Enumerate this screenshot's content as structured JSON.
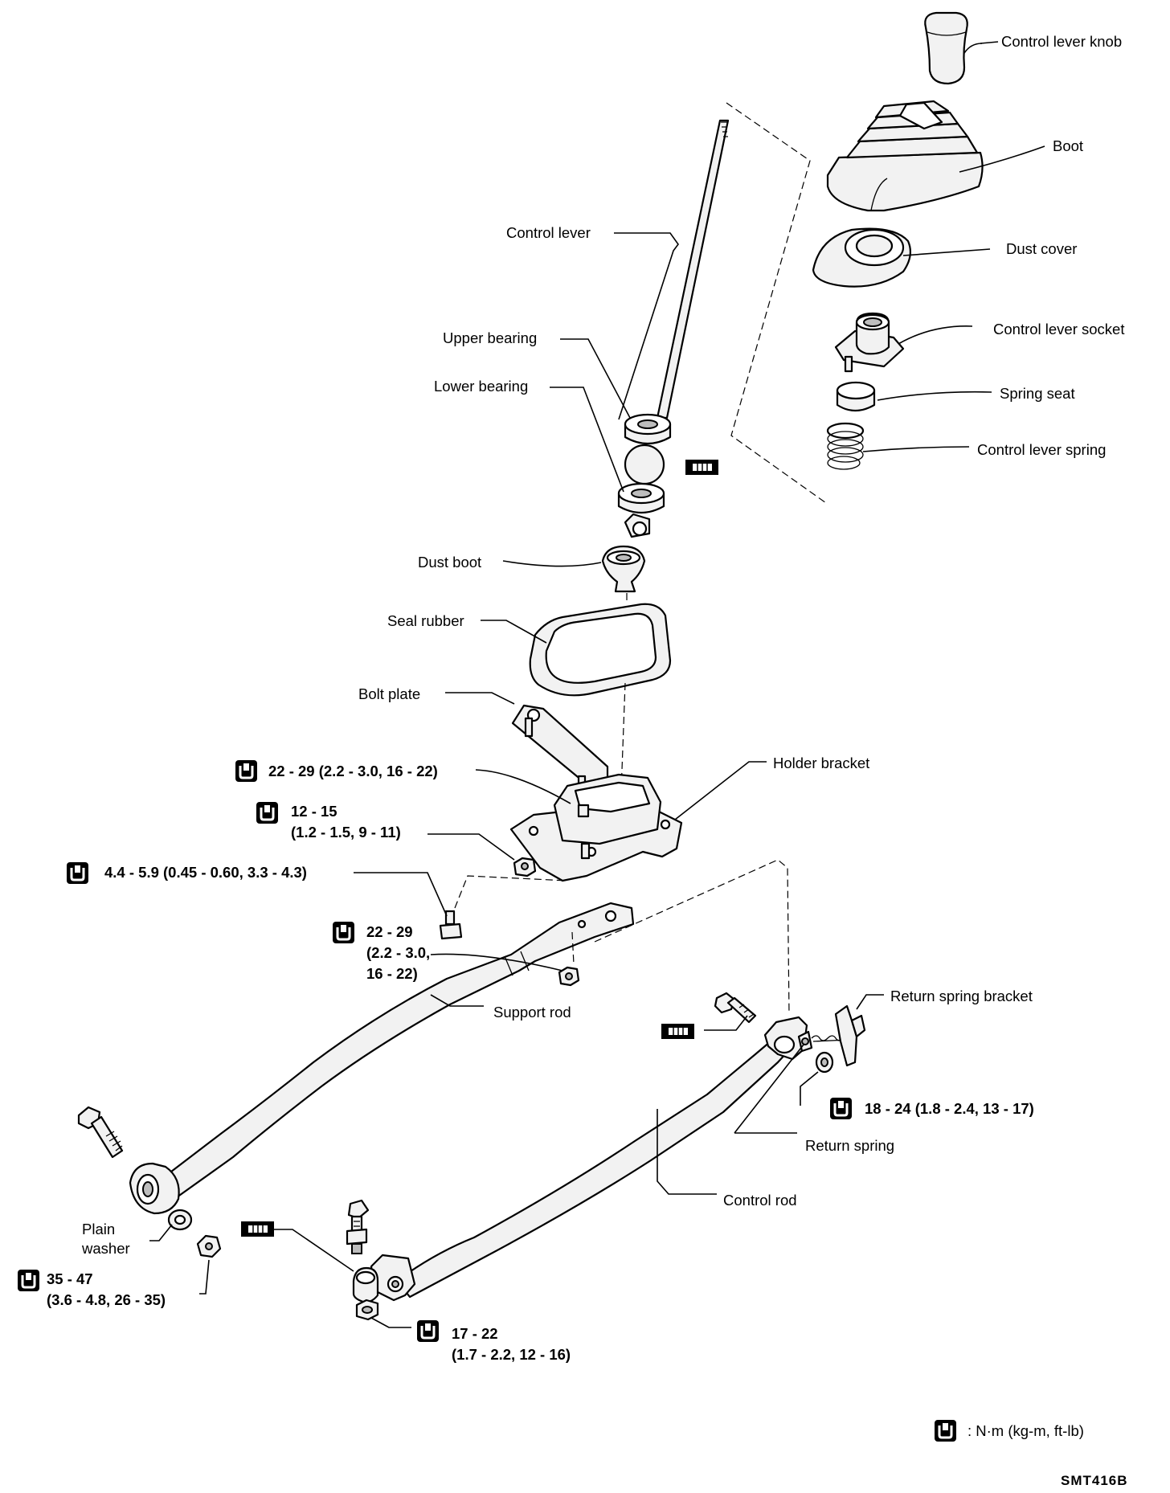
{
  "labels": {
    "control_lever_knob": "Control lever knob",
    "boot": "Boot",
    "control_lever": "Control lever",
    "dust_cover": "Dust cover",
    "control_lever_socket": "Control lever socket",
    "upper_bearing": "Upper bearing",
    "lower_bearing": "Lower bearing",
    "spring_seat": "Spring seat",
    "control_lever_spring": "Control lever spring",
    "dust_boot": "Dust boot",
    "seal_rubber": "Seal rubber",
    "bolt_plate": "Bolt plate",
    "holder_bracket": "Holder bracket",
    "support_rod": "Support rod",
    "return_spring_bracket": "Return spring bracket",
    "return_spring": "Return spring",
    "control_rod": "Control rod",
    "plain_washer_line1": "Plain",
    "plain_washer_line2": "washer"
  },
  "torques": {
    "bolt_plate_bolt": "22 - 29 (2.2 - 3.0, 16 - 22)",
    "holder_nut_line1": "12 - 15",
    "holder_nut_line2": "(1.2 - 1.5, 9 - 11)",
    "support_bolt": "4.4 - 5.9 (0.45 - 0.60, 3.3 - 4.3)",
    "support_nut_line1": "22 - 29",
    "support_nut_line2": "(2.2 - 3.0,",
    "support_nut_line3": "16 - 22)",
    "return_spring_nut": "18 - 24 (1.8 - 2.4, 13 - 17)",
    "support_rod_end_line1": "35 - 47",
    "support_rod_end_line2": "(3.6 - 4.8, 26 - 35)",
    "control_rod_end_line1": "17 - 22",
    "control_rod_end_line2": "(1.7 - 2.2, 12 - 16)"
  },
  "legend": {
    "unit": ":  N·m (kg-m, ft-lb)"
  },
  "figure_code": "SMT416B",
  "icons": {
    "torque": "torque-wrench-icon",
    "grease": "grease-icon"
  }
}
